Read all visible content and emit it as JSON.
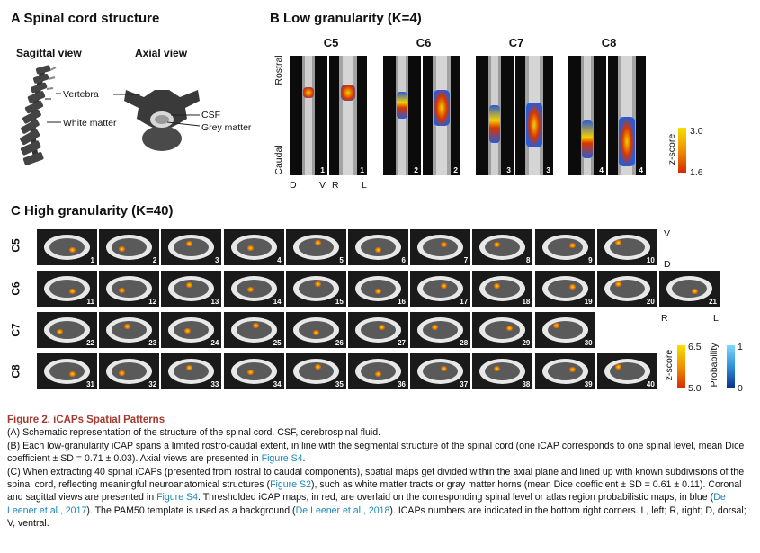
{
  "panel_a": {
    "title": "A  Spinal cord structure",
    "sagittal": "Sagittal view",
    "axial": "Axial view",
    "labels": {
      "vertebra": "Vertebra",
      "white_matter": "White matter",
      "csf": "CSF",
      "grey_matter": "Grey matter"
    }
  },
  "panel_b": {
    "title": "B  Low granularity (K=4)",
    "columns": [
      "C5",
      "C6",
      "C7",
      "C8"
    ],
    "rostral": "Rostral",
    "caudal": "Caudal",
    "bottom_labels": [
      "D",
      "V",
      "R",
      "L"
    ],
    "numbers": [
      "1",
      "1",
      "2",
      "2",
      "3",
      "3",
      "4",
      "4"
    ],
    "colorbar": {
      "label": "z-score",
      "max": "3.0",
      "min": "1.6"
    }
  },
  "panel_c": {
    "title": "C  High granularity (K=40)",
    "rows": [
      "C5",
      "C6",
      "C7",
      "C8"
    ],
    "orient": {
      "v": "V",
      "d": "D",
      "r": "R",
      "l": "L"
    },
    "zcolorbar": {
      "label": "z-score",
      "max": "6.5",
      "min": "5.0"
    },
    "pcolorbar": {
      "label": "Probability",
      "max": "1",
      "min": "0"
    }
  },
  "caption": {
    "figure": "Figure 2.  iCAPs Spatial Patterns",
    "a": "(A) Schematic representation of the structure of the spinal cord. CSF, cerebrospinal fluid.",
    "b_text": "(B) Each low-granularity iCAP spans a limited rostro-caudal extent, in line with the segmental structure of the spinal cord (one iCAP corresponds to one spinal level, mean Dice coefficient ± SD = 0.71 ± 0.03). Axial views are presented in ",
    "b_link": "Figure S4",
    "b_end": ".",
    "c1": "(C) When extracting 40 spinal iCAPs (presented from rostral to caudal components), spatial maps get divided within the axial plane and lined up with known subdivisions of the spinal cord, reflecting meaningful neuroanatomical structures (",
    "c_link1": "Figure S2",
    "c2": "), such as white matter tracts or gray matter horns (mean Dice coefficient ± SD = 0.61 ± 0.11). Coronal and sagittal views are presented in ",
    "c_link2": "Figure S4",
    "c3": ". Thresholded iCAP maps, in red, are overlaid on the corresponding spinal level or atlas region probabilistic maps, in blue (",
    "c_link3": "De Leener et al., 2017",
    "c4": "). The PAM50 template is used as a background (",
    "c_link4": "De Leener et al., 2018",
    "c5": "). ICAPs numbers are indicated in the bottom right corners. L, left; R, right; D, dorsal; V, ventral."
  }
}
